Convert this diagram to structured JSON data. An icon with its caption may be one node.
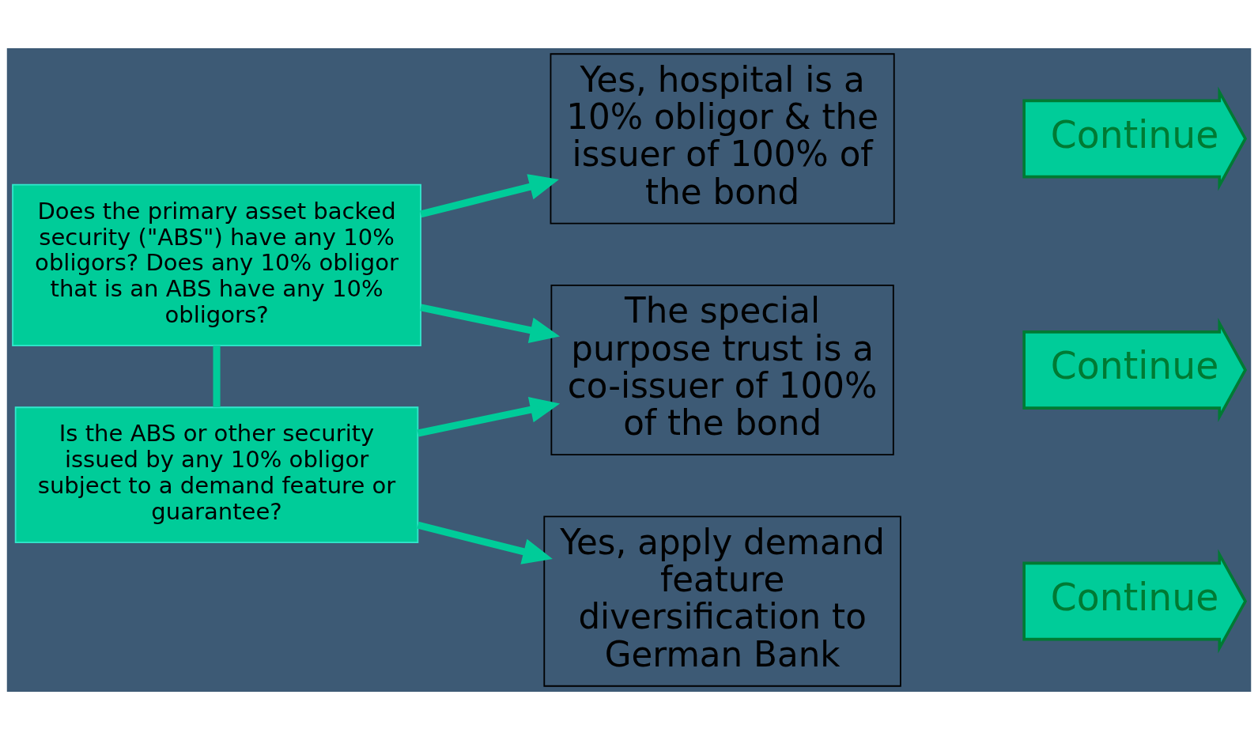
{
  "diagram": {
    "nodes": [
      {
        "text": [
          "Does the primary asset backed security (\"ABS\") have any 10% obligors? Does any 10% obligor that is an ABS have any 10% obligors?"
        ]
      },
      {
        "text": [
          "Is the ABS or other security issued by any 10% obligor subject to a demand feature or guarantee?"
        ]
      },
      {
        "text": [
          "Yes, hospital is a 10% obligor & the issuer of 100% of the bond"
        ]
      },
      {
        "text": [
          "The special purpose trust is a co-issuer of 100% of the bond"
        ]
      },
      {
        "text": [
          "Yes, apply demand feature diversification to German Bank"
        ]
      },
      {
        "text": [
          "Continue"
        ]
      },
      {
        "text": [
          "Continue"
        ]
      },
      {
        "text": [
          "Continue"
        ]
      }
    ],
    "edges": [
      {
        "from": 0,
        "to": 1,
        "arrow": "none"
      },
      {
        "from": 0,
        "to": 2,
        "arrow": "to"
      },
      {
        "from": 0,
        "to": 3,
        "arrow": "to"
      },
      {
        "from": 1,
        "to": 3,
        "arrow": "to"
      },
      {
        "from": 1,
        "to": 4,
        "arrow": "to"
      }
    ]
  }
}
